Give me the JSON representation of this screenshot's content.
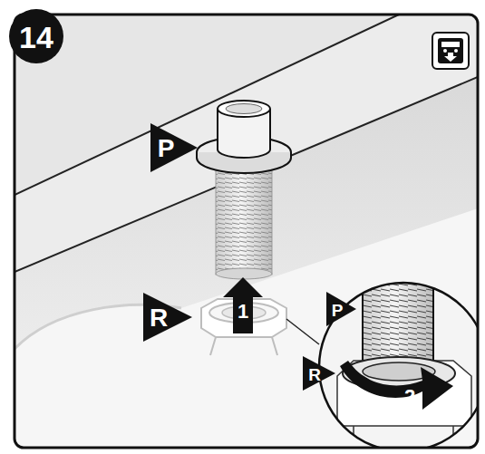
{
  "diagram": {
    "labels": [
      "14",
      "P",
      "R",
      "1",
      "P",
      "R",
      "2"
    ]
  }
}
